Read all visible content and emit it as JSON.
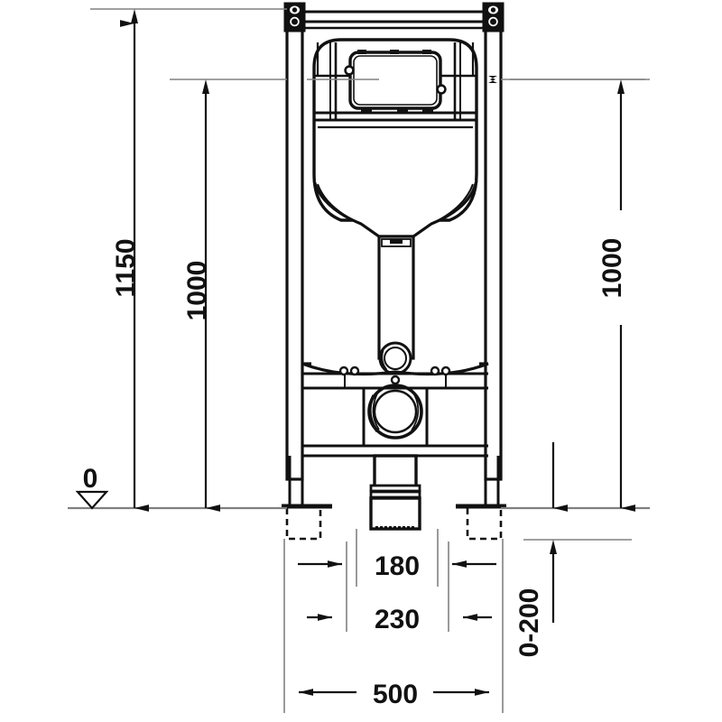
{
  "drawing": {
    "title": "Wall-hung toilet installation frame dimension drawing",
    "units": "mm",
    "line_color": "#111111",
    "thin_line_color": "#808080",
    "background": "#ffffff"
  },
  "datum": {
    "label": "0",
    "marker": "level-datum-triangle"
  },
  "dimensions": {
    "vertical_left": [
      {
        "name": "overall-height",
        "label": "1150",
        "value": 1150,
        "orientation": "vertical"
      },
      {
        "name": "seat-height",
        "label": "1000",
        "value": 1000,
        "orientation": "vertical"
      }
    ],
    "vertical_right": [
      {
        "name": "seat-height-right",
        "label": "1000",
        "value": 1000,
        "orientation": "vertical"
      },
      {
        "name": "outlet-height-range",
        "label": "0-200",
        "value": "0-200",
        "orientation": "vertical"
      }
    ],
    "horizontal_bottom": [
      {
        "name": "bolt-spacing",
        "label": "180",
        "value": 180
      },
      {
        "name": "mounting-spacing",
        "label": "230",
        "value": 230
      },
      {
        "name": "frame-width",
        "label": "500",
        "value": 500
      }
    ]
  },
  "components": {
    "frame": "installation-frame",
    "cistern": "concealed-cistern-tank",
    "access_panel": "inspection-opening",
    "flush_pipe": "flush-pipe",
    "outlet": "waste-outlet-connector",
    "legs": "adjustable-floor-legs",
    "anchors": "floor-anchor-outline",
    "brackets": "wall-mounting-bracket"
  }
}
